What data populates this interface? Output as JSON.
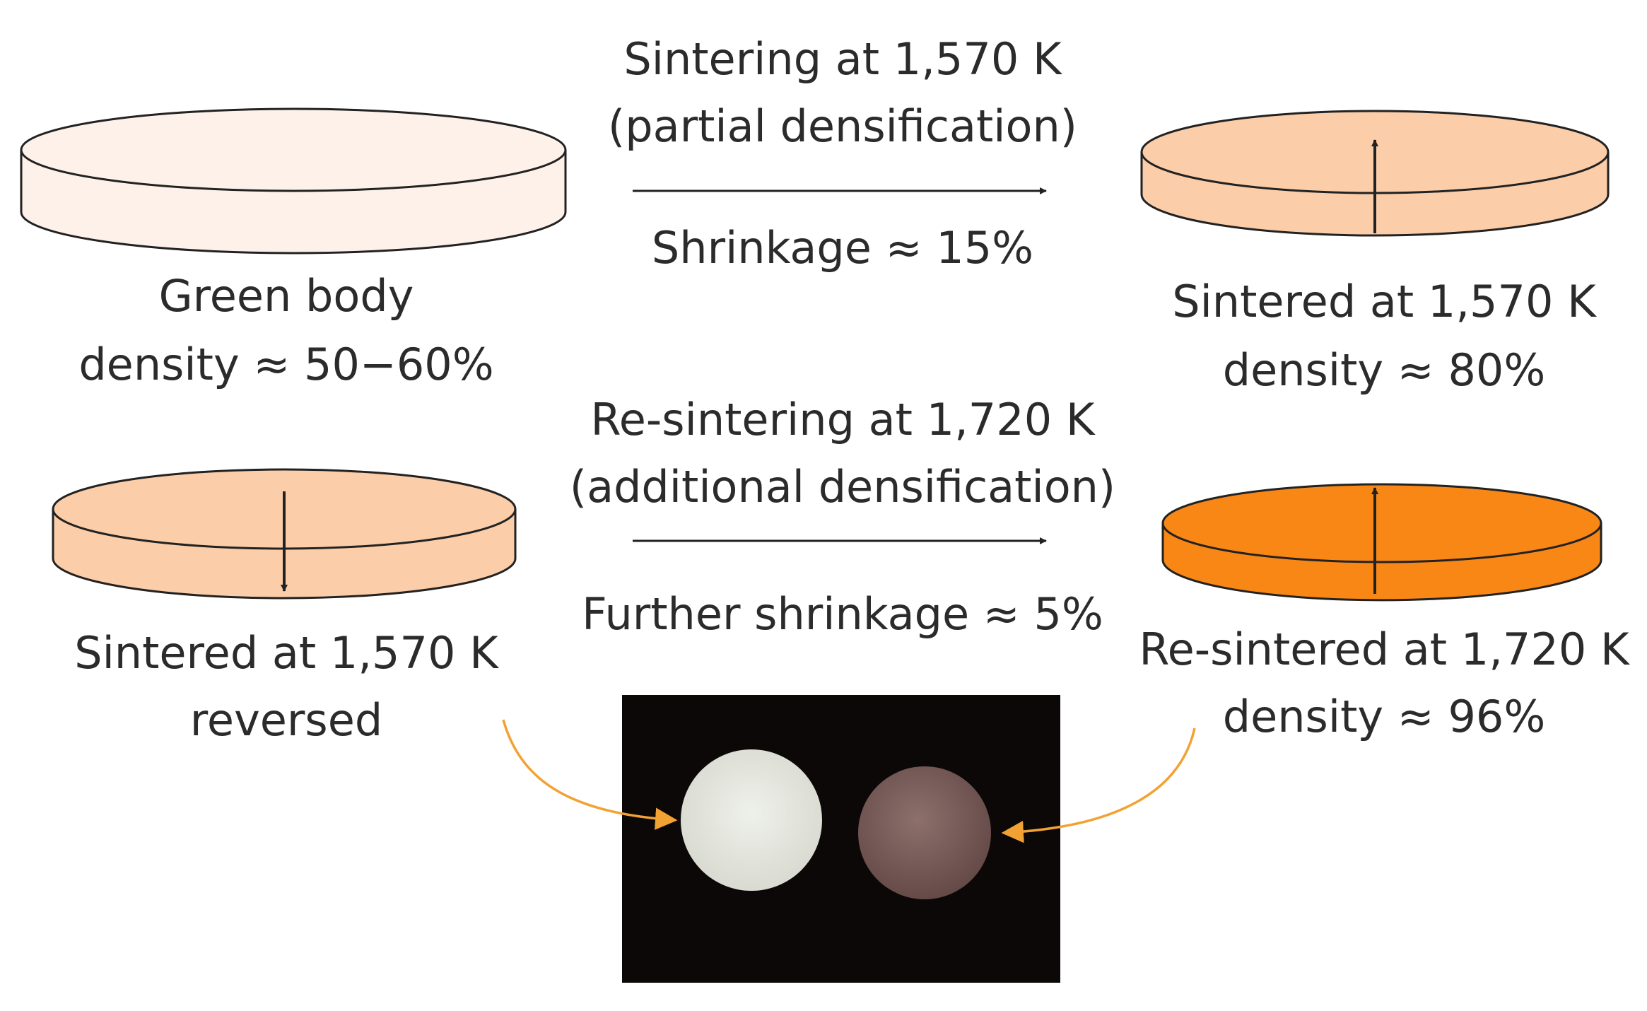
{
  "top_process": {
    "line1": "Sintering at 1,570 K",
    "line2": "(partial densification)",
    "shrinkage": "Shrinkage ≈ 15%"
  },
  "bottom_process": {
    "line1": "Re-sintering at 1,720 K",
    "line2": "(additional densification)",
    "shrinkage": "Further shrinkage ≈ 5%"
  },
  "green_body": {
    "line1": "Green body",
    "line2": "density ≈ 50−60%",
    "fill_color": "#fdf1ea"
  },
  "sintered_top": {
    "line1": "Sintered at 1,570 K",
    "line2": "density ≈ 80%",
    "fill_color": "#fbcda9"
  },
  "sintered_reversed": {
    "line1": "Sintered at 1,570 K",
    "line2": "reversed",
    "fill_color": "#fbcda9"
  },
  "resintered": {
    "line1": "Re-sintered at 1,720 K",
    "line2": "density ≈ 96%",
    "fill_color": "#f98716"
  },
  "colors": {
    "connector_arrow": "#f2a233",
    "photo_background": "#0c0808",
    "white_pellet": "#e6e8e0",
    "dark_pellet": "#7c5f5c"
  }
}
